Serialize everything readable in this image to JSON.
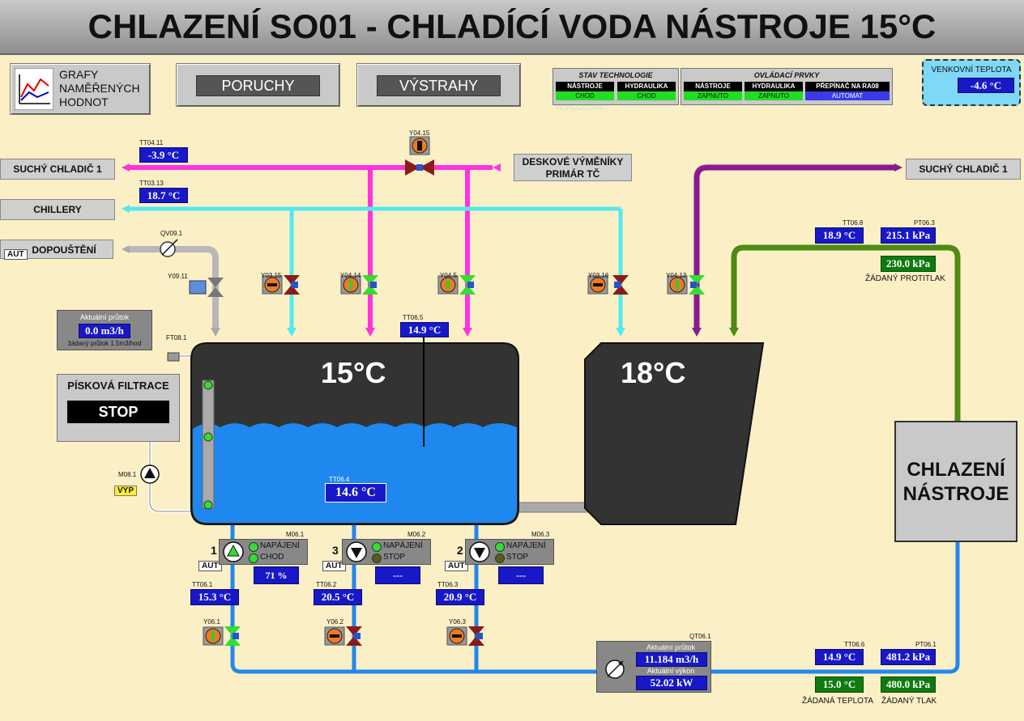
{
  "title": "CHLAZENÍ SO01 - CHLADÍCÍ VODA NÁSTROJE 15°C",
  "buttons": {
    "grafy": [
      "GRAFY",
      "NAMĚŘENÝCH",
      "HODNOT"
    ],
    "poruchy": "PORUCHY",
    "vystrahy": "VÝSTRAHY"
  },
  "stav_technologie": {
    "header": "STAV TECHNOLOGIE",
    "cols": [
      {
        "name": "NÁSTROJE",
        "value": "CHOD"
      },
      {
        "name": "HYDRAULIKA",
        "value": "CHOD"
      }
    ],
    "ghost": "VICHLAZOVANI"
  },
  "ovladaci_prvky": {
    "header": "OVLÁDACÍ PRVKY",
    "cols": [
      {
        "name": "NÁSTROJE",
        "value": "ZAPNUTO"
      },
      {
        "name": "HYDRAULIKA",
        "value": "ZAPNUTO"
      },
      {
        "name": "PŘEPÍNAČ NA RA08",
        "value": "AUTOMAT"
      }
    ]
  },
  "venkovni": {
    "label": "VENKOVNÍ TEPLOTA",
    "value": "-4.6 °C"
  },
  "labels": {
    "suchy_left": "SUCHÝ CHLADIČ 1",
    "chillery": "CHILLERY",
    "dopousteni": "DOPOUŠTĚNÍ",
    "deskove": [
      "DESKOVÉ VÝMĚNÍKY",
      "PRIMÁR TČ"
    ],
    "suchy_right": "SUCHÝ CHLADIČ 1",
    "aut": "AUT",
    "vyp": "VYP",
    "chlazeni": [
      "CHLAZENÍ",
      "NÁSTROJE"
    ]
  },
  "tags": {
    "tt0411": "TT04.11",
    "tt0313": "TT03.13",
    "y0415": "Y04.15",
    "qv091": "QV09.1",
    "y0911": "Y09.11",
    "y0315": "Y03.15",
    "y0414": "Y04.14",
    "y045": "Y04.5",
    "y0316": "Y03.16",
    "y0413": "Y04.13",
    "tt065": "TT06.5",
    "ft081": "FT08.1",
    "m081": "M08.1",
    "tt064": "TT06.4",
    "tt068": "TT06.8",
    "pt063": "PT06.3",
    "m061": "M06.1",
    "m062": "M06.2",
    "m063": "M06.3",
    "tt061": "TT06.1",
    "tt062": "TT06.2",
    "tt063": "TT06.3",
    "y061": "Y06.1",
    "y062": "Y06.2",
    "y063": "Y06.3",
    "qt061": "QT06.1",
    "tt066": "TT06.6",
    "pt061": "PT06.1"
  },
  "values": {
    "tt0411": "-3.9 °C",
    "tt0313": "18.7 °C",
    "tt065": "14.9 °C",
    "tt064": "14.6 °C",
    "tt068": "18.9 °C",
    "pt063": "215.1 kPa",
    "zadany_protitlak": "230.0 kPa",
    "tt061": "15.3 °C",
    "tt062": "20.5 °C",
    "tt063": "20.9 °C",
    "tt066": "14.9 °C",
    "pt061": "481.2 kPa",
    "zadana_teplota": "15.0 °C",
    "zadany_tlak": "480.0 kPa"
  },
  "texts": {
    "zadany_protitlak": "ŽÁDANÝ PROTITLAK",
    "zadana_teplota": "ŽÁDANÁ TEPLOTA",
    "zadany_tlak": "ŽÁDANÝ TLAK"
  },
  "prutok_box": {
    "label": "Aktuální průtok",
    "value": "0.0 m3/h",
    "note": "žádaný průtok 1.5m3/hod"
  },
  "filtrace": {
    "label": "PÍSKOVÁ FILTRACE",
    "status": "STOP"
  },
  "tanks": {
    "left": "15°C",
    "right": "18°C"
  },
  "pumps": [
    {
      "num": "1",
      "napajeni": "NAPÁJENÍ",
      "state": "CHOD",
      "value": "71 %"
    },
    {
      "num": "3",
      "napajeni": "NAPÁJENÍ",
      "state": "STOP",
      "value": "---"
    },
    {
      "num": "2",
      "napajeni": "NAPÁJENÍ",
      "state": "STOP",
      "value": "---"
    }
  ],
  "qt_box": {
    "prutok_label": "Aktuální průtok",
    "prutok_value": "11.184 m3/h",
    "vykon_label": "Aktuální výkon",
    "vykon_value": "52.02 kW"
  }
}
